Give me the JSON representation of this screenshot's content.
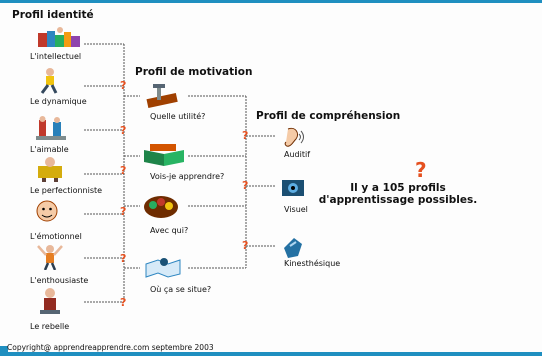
{
  "headings": {
    "identite": "Profil identité",
    "motivation": "Profil de motivation",
    "comprehension": "Profil de compréhension"
  },
  "identite_items": [
    "L'intellectuel",
    "Le dynamique",
    "L'aimable",
    "Le perfectionniste",
    "L'émotionnel",
    "L'enthousiaste",
    "Le rebelle"
  ],
  "motivation_items": [
    "Quelle utilité?",
    "Vois-je apprendre?",
    "Avec qui?",
    "Où ça se situe?"
  ],
  "comprehension_items": [
    "Auditif",
    "Visuel",
    "Kinesthésique"
  ],
  "message": "Il y a 105 profils d'apprentissage possibles.",
  "question_mark": "?",
  "footer": "Copyright@ apprendreapprendre.com   septembre 2003",
  "colors": {
    "accent": "#e5501f",
    "frame": "#1f8fc0",
    "lines": "#555555"
  }
}
